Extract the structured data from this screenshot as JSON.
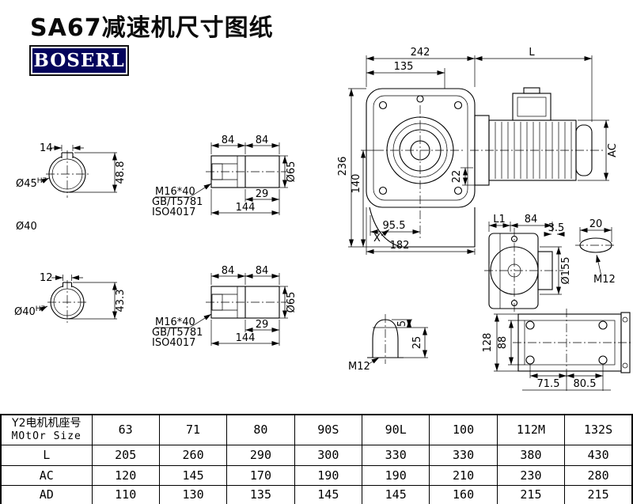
{
  "header": {
    "title": "SA67减速机尺寸图纸",
    "logo": "BOSERL"
  },
  "dims": {
    "n14": "14",
    "n12": "12",
    "d45": "Ø45",
    "h7": "H7",
    "d40": "Ø40",
    "n48_8": "48.8",
    "n43_3": "43.3",
    "n84": "84",
    "n29": "29",
    "n144": "144",
    "d65": "Ø65",
    "m16": "M16*40",
    "gb": "GB/T5781",
    "iso": "ISO4017",
    "n242": "242",
    "L": "L",
    "n135": "135",
    "n236": "236",
    "n140": "140",
    "n22": "22",
    "AC": "AC",
    "n95_5": "95.5",
    "n182": "182",
    "X": "X",
    "L1": "L1",
    "n3_5": "3.5",
    "n20": "20",
    "d155": "Ø155",
    "m12": "M12",
    "n128": "128",
    "n88": "88",
    "n71_5": "71.5",
    "n80_5": "80.5",
    "n5": "5",
    "n25": "25"
  },
  "table": {
    "header_cn": "Y2电机机座号",
    "header_en": "MOtOr Size",
    "sizes": [
      "63",
      "71",
      "80",
      "90S",
      "90L",
      "100",
      "112M",
      "132S"
    ],
    "rows": [
      {
        "label": "L",
        "values": [
          "205",
          "260",
          "290",
          "300",
          "330",
          "330",
          "380",
          "430"
        ]
      },
      {
        "label": "AC",
        "values": [
          "120",
          "145",
          "170",
          "190",
          "190",
          "210",
          "230",
          "280"
        ]
      },
      {
        "label": "AD",
        "values": [
          "110",
          "130",
          "135",
          "145",
          "145",
          "160",
          "215",
          "215"
        ]
      }
    ]
  }
}
